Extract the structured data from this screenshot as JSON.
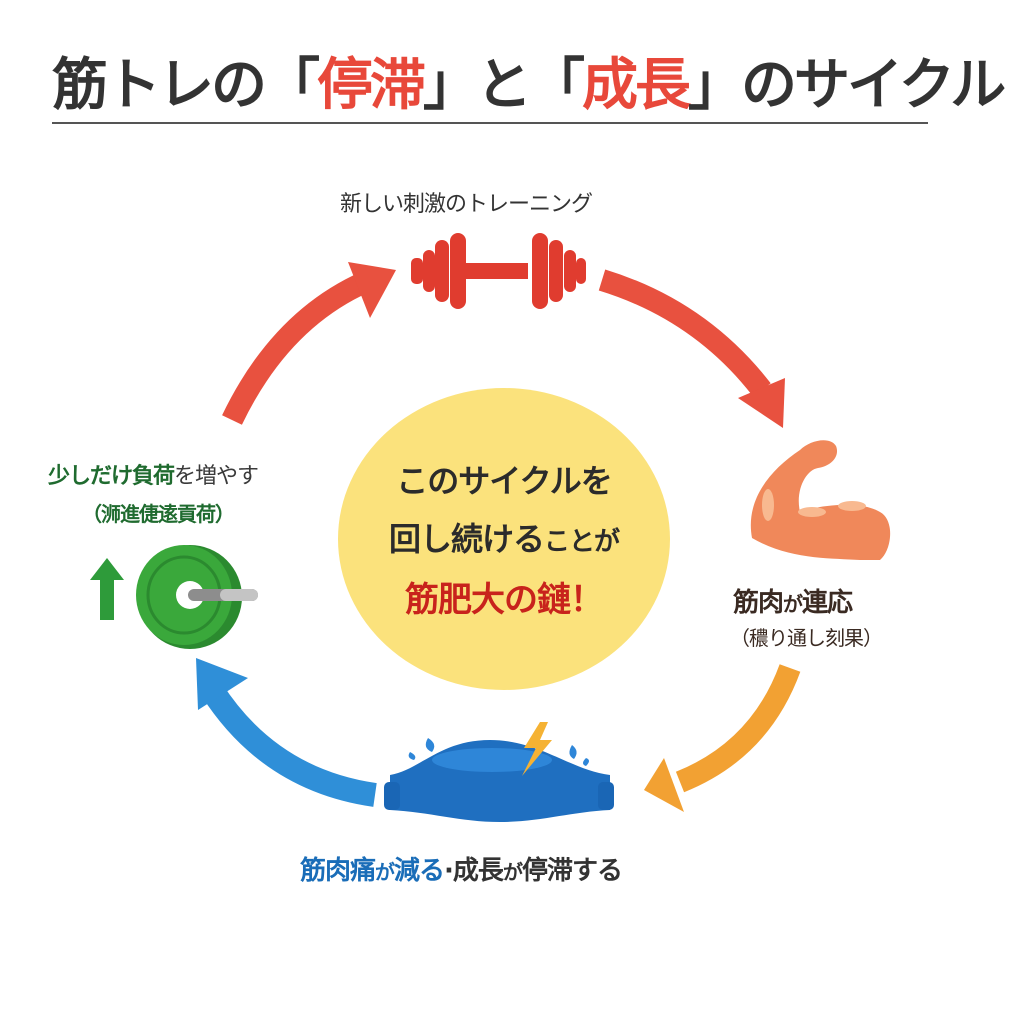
{
  "title": {
    "prefix": "筋トレの",
    "open1": "「",
    "word1": "停滞",
    "close1": "」",
    "middle": "と",
    "open2": "「",
    "word2": "成長",
    "close2": "」",
    "suffix": "のサイクル"
  },
  "steps": {
    "top": {
      "label": "新しい刺激のトレーニング",
      "icon": "dumbbell-icon"
    },
    "right": {
      "label_main": "筋肉",
      "label_ga": "が",
      "label_end": "連応",
      "label_sub": "（穠り通し刻果）",
      "icon": "flexed-bicep-icon"
    },
    "bottom": {
      "label_blue": "筋肉痛",
      "label_ga1": "が",
      "label_blue2": "減る",
      "label_dot": "·",
      "label_mid": "成長",
      "label_ga2": "が",
      "label_end": "停滞する",
      "icon": "sore-muscle-icon"
    },
    "left": {
      "label_main": "少しだけ負荷",
      "label_rest": "を増やす",
      "label_sub": "（浉進倢逺貢荷）",
      "icon": "weight-plate-icon"
    }
  },
  "center": {
    "line1": "このサイクルを",
    "line2a": "回し続ける",
    "line2b": "ことが",
    "line3": "筋肥大の鏈！"
  },
  "colors": {
    "accent_red": "#e8483a",
    "arrow_red": "#e8513f",
    "arrow_orange": "#f2a133",
    "arrow_blue": "#2f8fd8",
    "green": "#2e9b3a",
    "center_yellow": "#fbe27c"
  }
}
